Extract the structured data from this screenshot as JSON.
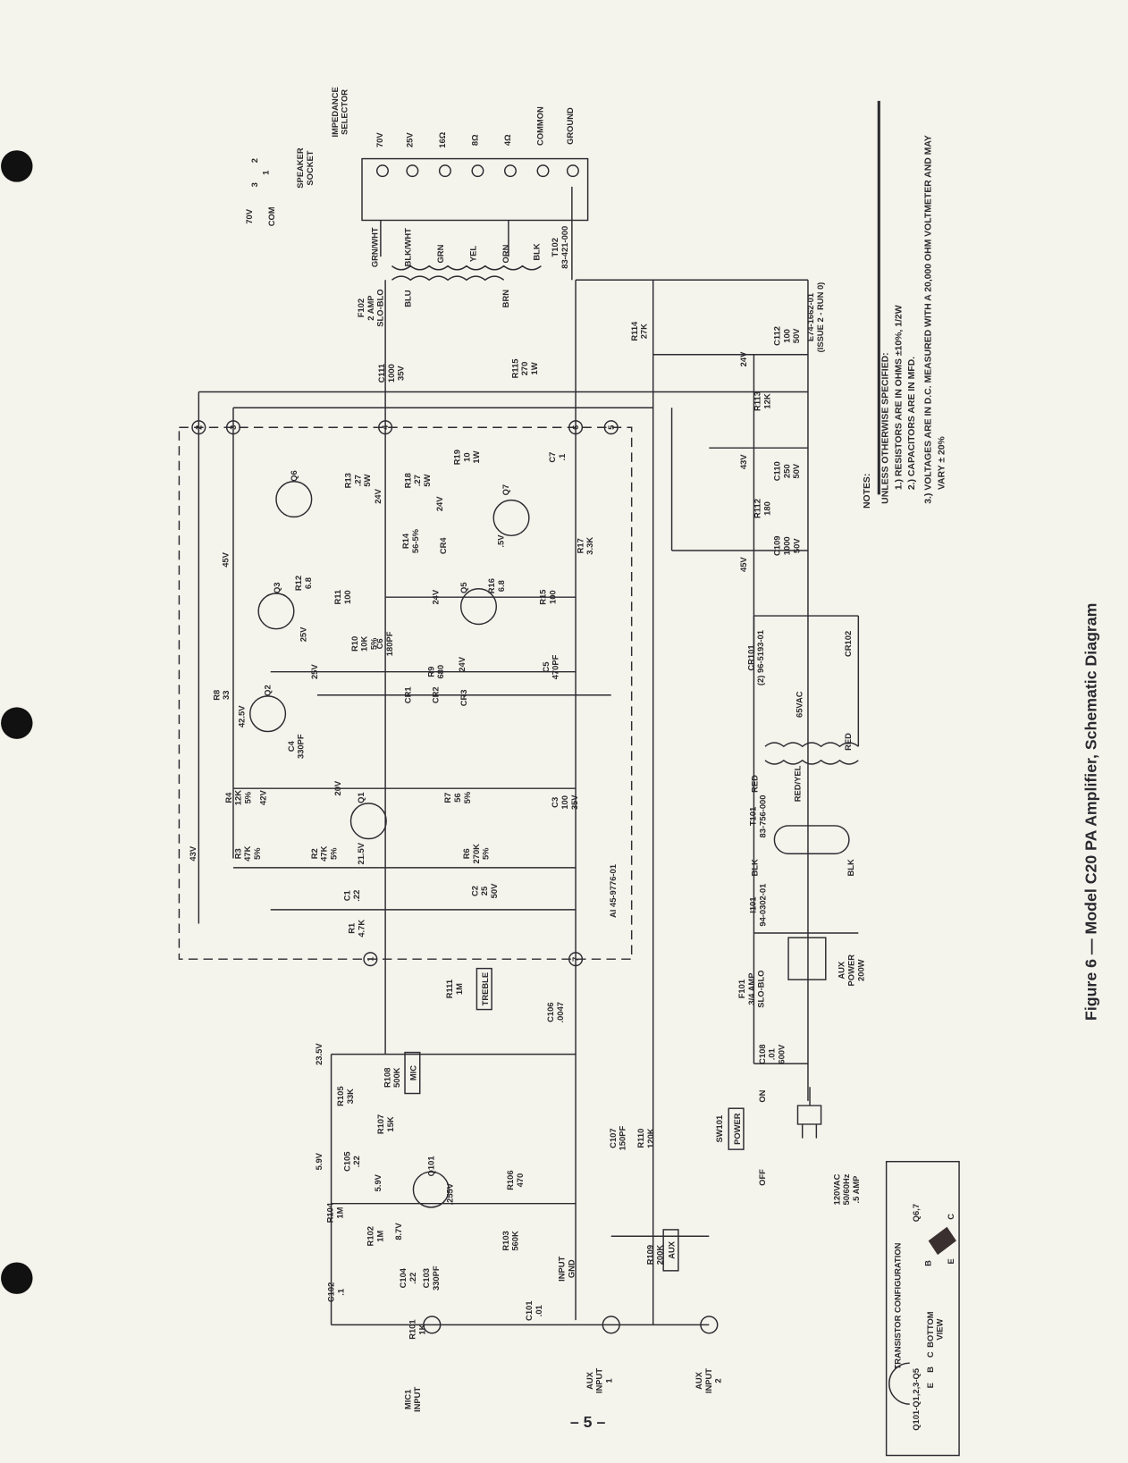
{
  "caption": "Figure 6 — Model C20 PA Amplifier, Schematic Diagram",
  "page_number": "– 5 –",
  "drawing_number": [
    "E74-1662-01",
    "(ISSUE 2 - RUN 0)"
  ],
  "notes": {
    "title": "NOTES:",
    "lines": [
      "UNLESS OTHERWISE SPECIFIED:",
      "1.) RESISTORS ARE IN OHMS ±10%, 1/2W",
      "2.) CAPACITORS ARE IN MFD.",
      "3.) VOLTAGES ARE IN D.C. MEASURED WITH A 20,000 OHM VOLTMETER AND MAY",
      "VARY ± 20%"
    ]
  },
  "terminal_strip": [
    "70V",
    "25V",
    "16Ω",
    "8Ω",
    "4Ω",
    "COMMON",
    "GROUND"
  ],
  "speaker": {
    "socket": [
      "SPEAKER",
      "SOCKET"
    ],
    "selector": [
      "IMPEDANCE",
      "SELECTOR"
    ],
    "pins": [
      "1",
      "2",
      "3"
    ],
    "tap_70v": "70V",
    "com": "COM"
  },
  "wire_colors": [
    "GRN/WHT",
    "BLK/WHT",
    "GRN",
    "YEL",
    "ORN",
    "BLK",
    "BLU",
    "BRN",
    "RED/YEL",
    "RED",
    "RED",
    "BLK",
    "BLK"
  ],
  "terminals": [
    "1",
    "2",
    "3",
    "4",
    "5",
    "6",
    "7"
  ],
  "components": [
    {
      "ref": "T102",
      "value": [
        "83-421-000"
      ]
    },
    {
      "ref": "F102",
      "value": [
        "2 AMP",
        "SLO-BLO"
      ]
    },
    {
      "ref": "C111",
      "value": [
        "1000",
        "35V"
      ]
    },
    {
      "ref": "R115",
      "value": [
        "270",
        "1W"
      ]
    },
    {
      "ref": "R114",
      "value": [
        "27K"
      ]
    },
    {
      "ref": "C112",
      "value": [
        "100",
        "50V"
      ]
    },
    {
      "ref": "R113",
      "value": [
        "12K"
      ]
    },
    {
      "ref": "C110",
      "value": [
        "250",
        "50V"
      ]
    },
    {
      "ref": "R112",
      "value": [
        "180"
      ]
    },
    {
      "ref": "C109",
      "value": [
        "1000",
        "50V"
      ]
    },
    {
      "ref": "R19",
      "value": [
        "10",
        "1W"
      ]
    },
    {
      "ref": "C7",
      "value": [
        ".1"
      ]
    },
    {
      "ref": "Q6",
      "value": []
    },
    {
      "ref": "R13",
      "value": [
        ".27",
        "5W"
      ]
    },
    {
      "ref": "R18",
      "value": [
        ".27",
        "5W"
      ]
    },
    {
      "ref": "Q7",
      "value": []
    },
    {
      "ref": "R14",
      "value": [
        "56-5%"
      ]
    },
    {
      "ref": "CR4",
      "value": []
    },
    {
      "ref": "R16",
      "value": [
        "6.8"
      ]
    },
    {
      "ref": "R17",
      "value": [
        "3.3K"
      ]
    },
    {
      "ref": "Q3",
      "value": []
    },
    {
      "ref": "R12",
      "value": [
        "6.8"
      ]
    },
    {
      "ref": "R11",
      "value": [
        "100"
      ]
    },
    {
      "ref": "R10",
      "value": [
        "10K",
        "5%"
      ]
    },
    {
      "ref": "C6",
      "value": [
        "180PF"
      ]
    },
    {
      "ref": "Q5",
      "value": []
    },
    {
      "ref": "R15",
      "value": [
        "100"
      ]
    },
    {
      "ref": "R9",
      "value": [
        "680"
      ]
    },
    {
      "ref": "C5",
      "value": [
        "470PF"
      ]
    },
    {
      "ref": "R8",
      "value": [
        "33"
      ]
    },
    {
      "ref": "Q2",
      "value": []
    },
    {
      "ref": "CR1",
      "value": []
    },
    {
      "ref": "CR2",
      "value": []
    },
    {
      "ref": "CR3",
      "value": []
    },
    {
      "ref": "C4",
      "value": [
        "330PF"
      ]
    },
    {
      "ref": "R4",
      "value": [
        "12K",
        "5%"
      ]
    },
    {
      "ref": "Q1",
      "value": []
    },
    {
      "ref": "R7",
      "value": [
        "56",
        "5%"
      ]
    },
    {
      "ref": "C3",
      "value": [
        "100",
        "35V"
      ]
    },
    {
      "ref": "R3",
      "value": [
        "47K",
        "5%"
      ]
    },
    {
      "ref": "R2",
      "value": [
        "47K",
        "5%"
      ]
    },
    {
      "ref": "R6",
      "value": [
        "270K",
        "5%"
      ]
    },
    {
      "ref": "C1",
      "value": [
        ".22"
      ]
    },
    {
      "ref": "C2",
      "value": [
        "25",
        "50V"
      ]
    },
    {
      "ref": "R1",
      "value": [
        "4.7K"
      ]
    },
    {
      "ref": "AI 45-9776-01",
      "value": []
    },
    {
      "ref": "R111",
      "value": [
        "1M"
      ]
    },
    {
      "ref": "C106",
      "value": [
        ".0047"
      ]
    },
    {
      "ref": "R108",
      "value": [
        "500K"
      ]
    },
    {
      "ref": "R105",
      "value": [
        "33K"
      ]
    },
    {
      "ref": "R107",
      "value": [
        "15K"
      ]
    },
    {
      "ref": "C105",
      "value": [
        ".22"
      ]
    },
    {
      "ref": "Q101",
      "value": []
    },
    {
      "ref": "R106",
      "value": [
        "470"
      ]
    },
    {
      "ref": "R104",
      "value": [
        "1M"
      ]
    },
    {
      "ref": "R102",
      "value": [
        "1M"
      ]
    },
    {
      "ref": "R103",
      "value": [
        "560K"
      ]
    },
    {
      "ref": "C104",
      "value": [
        ".22"
      ]
    },
    {
      "ref": "C103",
      "value": [
        "330PF"
      ]
    },
    {
      "ref": "C102",
      "value": [
        ".1"
      ]
    },
    {
      "ref": "R101",
      "value": [
        "1K"
      ]
    },
    {
      "ref": "C101",
      "value": [
        ".01"
      ]
    },
    {
      "ref": "C107",
      "value": [
        "150PF"
      ]
    },
    {
      "ref": "R110",
      "value": [
        "120K"
      ]
    },
    {
      "ref": "R109",
      "value": [
        "200K"
      ]
    },
    {
      "ref": "CR101",
      "value": [
        "(2) 96-5193-01"
      ]
    },
    {
      "ref": "CR102",
      "value": []
    },
    {
      "ref": "T101",
      "value": [
        "83-756-000"
      ]
    },
    {
      "ref": "I101",
      "value": [
        "94-0302-01"
      ]
    },
    {
      "ref": "F101",
      "value": [
        "3/4 AMP",
        "SLO-BLO"
      ]
    },
    {
      "ref": "C108",
      "value": [
        ".01",
        "600V"
      ]
    },
    {
      "ref": "SW101",
      "value": []
    }
  ],
  "panel_labels": {
    "treble": "TREBLE",
    "mic": "MIC",
    "aux": "AUX",
    "power": "POWER",
    "aux_power": [
      "AUX",
      "POWER",
      "200W"
    ]
  },
  "voltages": [
    "24V",
    "43V",
    "45V",
    "24V",
    "24V",
    ".5V",
    "45V",
    "25V",
    "24V",
    "24V",
    "25V",
    "42.5V",
    "42V",
    "20V",
    "21.5V",
    "43V",
    "23.5V",
    "5.9V",
    "5.9V",
    ".255V",
    "8.7V",
    "65VAC"
  ],
  "io_labels": {
    "mic_input": [
      "MIC1",
      "INPUT"
    ],
    "aux_input_1": [
      "AUX",
      "INPUT",
      "1"
    ],
    "aux_input_2": [
      "AUX",
      "INPUT",
      "2"
    ],
    "input_gnd": [
      "INPUT",
      "GND"
    ],
    "switch_on": "ON",
    "switch_off": "OFF",
    "mains": [
      "120VAC",
      "50/60Hz",
      ".5 AMP"
    ]
  },
  "transistor_config": {
    "title": "TRANSISTOR CONFIGURATION",
    "group1": "Q101-Q1,2,3-Q5",
    "group1_pins": [
      "E",
      "B",
      "C"
    ],
    "bottom_view": [
      "BOTTOM",
      "VIEW"
    ],
    "group2": "Q6,7",
    "group2_pins": [
      "B",
      "C",
      "E"
    ]
  }
}
